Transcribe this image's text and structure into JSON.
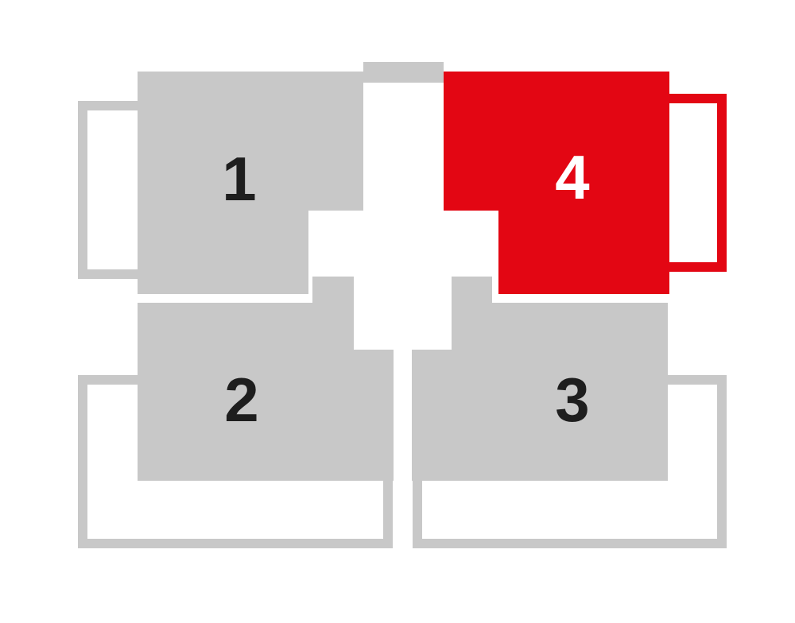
{
  "colors": {
    "inactive_fill": "#c8c8c8",
    "highlight_fill": "#e30613",
    "inactive_text": "#1e1e1e",
    "highlight_text": "#ffffff",
    "background": "#ffffff"
  },
  "units": [
    {
      "id": "1",
      "label": "1",
      "highlighted": false
    },
    {
      "id": "2",
      "label": "2",
      "highlighted": false
    },
    {
      "id": "3",
      "label": "3",
      "highlighted": false
    },
    {
      "id": "4",
      "label": "4",
      "highlighted": true
    }
  ]
}
